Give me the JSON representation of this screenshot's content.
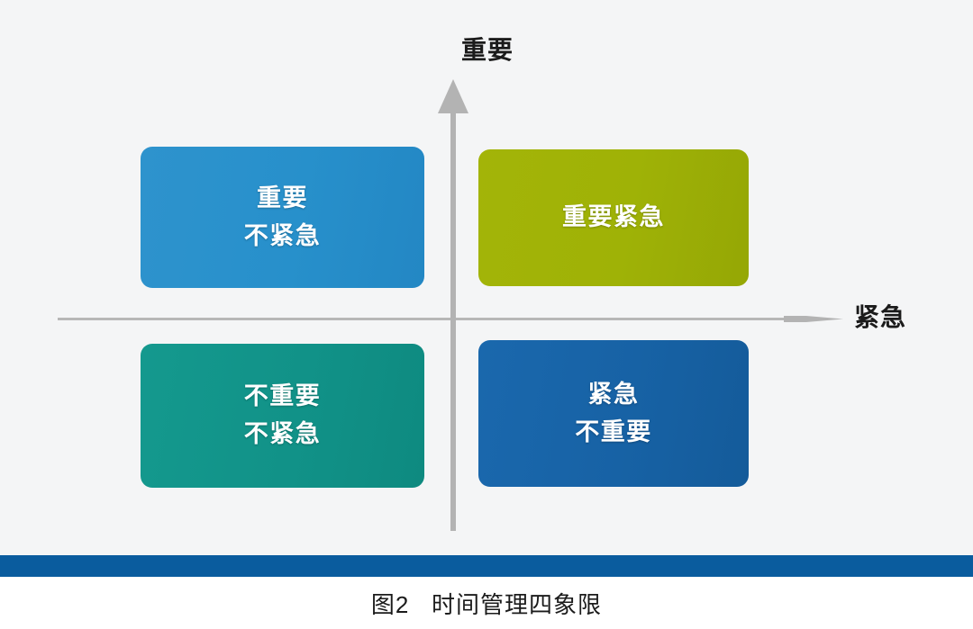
{
  "figure": {
    "caption_number": "图2",
    "caption_gap": "   ",
    "caption_title": "时间管理四象限",
    "caption_full": "图2   时间管理四象限"
  },
  "axes": {
    "vertical_label": "重要",
    "horizontal_label": "紧急",
    "axis_color": "#b3b3b3",
    "vertical_icon": "up-arrow-axis",
    "horizontal_icon": "right-arrow-axis"
  },
  "quadrants": [
    {
      "id": "important-not-urgent",
      "position": "top-left",
      "lines": [
        "重要",
        "不紧急"
      ],
      "line1": "重要",
      "line2": "不紧急",
      "color": "#2790cb",
      "shadow_color": "#1a6a9c"
    },
    {
      "id": "important-urgent",
      "position": "top-right",
      "lines": [
        "重要紧急"
      ],
      "line1": "重要紧急",
      "line2": "",
      "color": "#9fb206",
      "shadow_color": "#7a8a05"
    },
    {
      "id": "not-important-not-urgent",
      "position": "bottom-left",
      "lines": [
        "不重要",
        "不紧急"
      ],
      "line1": "不重要",
      "line2": "不紧急",
      "color": "#119288",
      "shadow_color": "#0a6f67"
    },
    {
      "id": "urgent-not-important",
      "position": "bottom-right",
      "lines": [
        "紧急",
        "不重要"
      ],
      "line1": "紧急",
      "line2": "不重要",
      "color": "#1762a5",
      "shadow_color": "#10497c"
    }
  ],
  "decor": {
    "accent_bar_color": "#0a5c9e",
    "canvas_background": "#f4f5f6",
    "page_background": "#ffffff"
  },
  "chart_data": {
    "type": "table",
    "title": "时间管理四象限",
    "xlabel": "紧急",
    "ylabel": "重要",
    "categories": [
      "重要不紧急",
      "重要紧急",
      "不重要不紧急",
      "紧急不重要"
    ],
    "quadrant_map": [
      {
        "quadrant": "Q2",
        "x": "不紧急",
        "y": "重要",
        "label": "重要 不紧急",
        "color": "#2790cb"
      },
      {
        "quadrant": "Q1",
        "x": "紧急",
        "y": "重要",
        "label": "重要紧急",
        "color": "#9fb206"
      },
      {
        "quadrant": "Q3",
        "x": "不紧急",
        "y": "不重要",
        "label": "不重要 不紧急",
        "color": "#119288"
      },
      {
        "quadrant": "Q4",
        "x": "紧急",
        "y": "不重要",
        "label": "紧急 不重要",
        "color": "#1762a5"
      }
    ],
    "grid": false,
    "legend": "none"
  }
}
